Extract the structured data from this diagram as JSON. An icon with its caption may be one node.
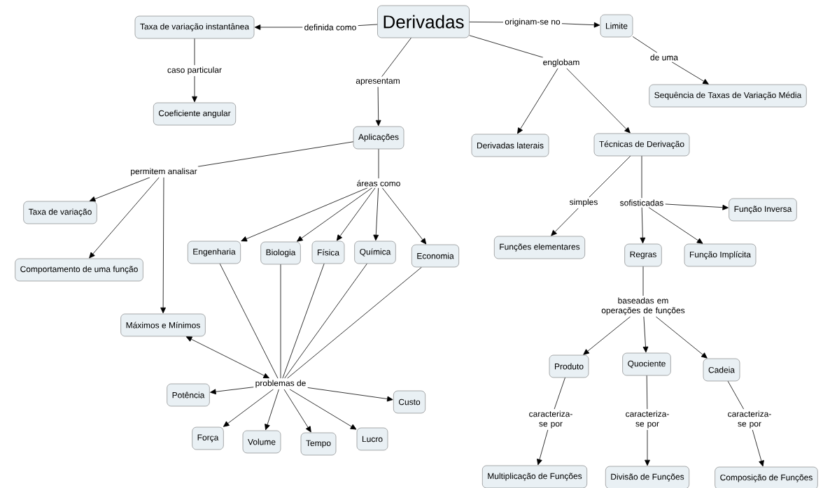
{
  "diagram": {
    "nodes": [
      {
        "text": [
          "Derivadas"
        ]
      },
      {
        "text": [
          "Taxa de variação instantânea"
        ]
      },
      {
        "text": [
          "definida como"
        ]
      },
      {
        "text": [
          "caso particular"
        ]
      },
      {
        "text": [
          "Coeficiente angular"
        ]
      },
      {
        "text": [
          "apresentam"
        ]
      },
      {
        "text": [
          "Aplicações"
        ]
      },
      {
        "text": [
          "permitem analisar"
        ]
      },
      {
        "text": [
          "áreas como"
        ]
      },
      {
        "text": [
          "Taxa de variação"
        ]
      },
      {
        "text": [
          "Comportamento de uma função"
        ]
      },
      {
        "text": [
          "Máximos e Mínimos"
        ]
      },
      {
        "text": [
          "Engenharia"
        ]
      },
      {
        "text": [
          "Biologia"
        ]
      },
      {
        "text": [
          "Física"
        ]
      },
      {
        "text": [
          "Química"
        ]
      },
      {
        "text": [
          "Economia"
        ]
      },
      {
        "text": [
          "problemas de"
        ]
      },
      {
        "text": [
          "Potência"
        ]
      },
      {
        "text": [
          "Custo"
        ]
      },
      {
        "text": [
          "Força"
        ]
      },
      {
        "text": [
          "Volume"
        ]
      },
      {
        "text": [
          "Tempo"
        ]
      },
      {
        "text": [
          "Lucro"
        ]
      },
      {
        "text": [
          "originam-se no"
        ]
      },
      {
        "text": [
          "Limite"
        ]
      },
      {
        "text": [
          "de uma"
        ]
      },
      {
        "text": [
          "Sequência de Taxas de Variação Média"
        ]
      },
      {
        "text": [
          "englobam"
        ]
      },
      {
        "text": [
          "Derivadas laterais"
        ]
      },
      {
        "text": [
          "Técnicas de Derivação"
        ]
      },
      {
        "text": [
          "simples"
        ]
      },
      {
        "text": [
          "sofisticadas"
        ]
      },
      {
        "text": [
          "Função Inversa"
        ]
      },
      {
        "text": [
          "Funções elementares"
        ]
      },
      {
        "text": [
          "Regras"
        ]
      },
      {
        "text": [
          "Função Implícita"
        ]
      },
      {
        "text": [
          "baseadas em operações de funções"
        ]
      },
      {
        "text": [
          "Produto"
        ]
      },
      {
        "text": [
          "Quociente"
        ]
      },
      {
        "text": [
          "Cadeia"
        ]
      },
      {
        "text": [
          "caracteriza-se por"
        ]
      },
      {
        "text": [
          "caracteriza-se por"
        ]
      },
      {
        "text": [
          "caracteriza-se por"
        ]
      },
      {
        "text": [
          "Multiplicação de Funções"
        ]
      },
      {
        "text": [
          "Divisão de Funções"
        ]
      },
      {
        "text": [
          "Composição de Funções"
        ]
      }
    ],
    "edges": [
      {
        "from": 0,
        "to": 2,
        "arrow": "none"
      },
      {
        "from": 2,
        "to": 1,
        "arrow": "to"
      },
      {
        "from": 1,
        "to": 3,
        "arrow": "none"
      },
      {
        "from": 3,
        "to": 4,
        "arrow": "to"
      },
      {
        "from": 0,
        "to": 5,
        "arrow": "none"
      },
      {
        "from": 5,
        "to": 6,
        "arrow": "to"
      },
      {
        "from": 6,
        "to": 7,
        "arrow": "none"
      },
      {
        "from": 7,
        "to": 9,
        "arrow": "to"
      },
      {
        "from": 7,
        "to": 10,
        "arrow": "to"
      },
      {
        "from": 7,
        "to": 11,
        "arrow": "to"
      },
      {
        "from": 6,
        "to": 8,
        "arrow": "none"
      },
      {
        "from": 8,
        "to": 12,
        "arrow": "to"
      },
      {
        "from": 8,
        "to": 13,
        "arrow": "to"
      },
      {
        "from": 8,
        "to": 14,
        "arrow": "to"
      },
      {
        "from": 8,
        "to": 15,
        "arrow": "to"
      },
      {
        "from": 8,
        "to": 16,
        "arrow": "to"
      },
      {
        "from": 12,
        "to": 17,
        "arrow": "none"
      },
      {
        "from": 13,
        "to": 17,
        "arrow": "none"
      },
      {
        "from": 14,
        "to": 17,
        "arrow": "none"
      },
      {
        "from": 15,
        "to": 17,
        "arrow": "none"
      },
      {
        "from": 16,
        "to": 17,
        "arrow": "none"
      },
      {
        "from": 17,
        "to": 11,
        "arrow": "both"
      },
      {
        "from": 17,
        "to": 18,
        "arrow": "to"
      },
      {
        "from": 17,
        "to": 19,
        "arrow": "to"
      },
      {
        "from": 17,
        "to": 20,
        "arrow": "to"
      },
      {
        "from": 17,
        "to": 21,
        "arrow": "to"
      },
      {
        "from": 17,
        "to": 22,
        "arrow": "to"
      },
      {
        "from": 17,
        "to": 23,
        "arrow": "to"
      },
      {
        "from": 0,
        "to": 24,
        "arrow": "none"
      },
      {
        "from": 24,
        "to": 25,
        "arrow": "to"
      },
      {
        "from": 25,
        "to": 26,
        "arrow": "none"
      },
      {
        "from": 26,
        "to": 27,
        "arrow": "to"
      },
      {
        "from": 0,
        "to": 28,
        "arrow": "none"
      },
      {
        "from": 28,
        "to": 29,
        "arrow": "to"
      },
      {
        "from": 28,
        "to": 30,
        "arrow": "to"
      },
      {
        "from": 30,
        "to": 31,
        "arrow": "none"
      },
      {
        "from": 31,
        "to": 34,
        "arrow": "to"
      },
      {
        "from": 30,
        "to": 32,
        "arrow": "none"
      },
      {
        "from": 32,
        "to": 33,
        "arrow": "to"
      },
      {
        "from": 32,
        "to": 35,
        "arrow": "to"
      },
      {
        "from": 32,
        "to": 36,
        "arrow": "to"
      },
      {
        "from": 35,
        "to": 37,
        "arrow": "none"
      },
      {
        "from": 37,
        "to": 38,
        "arrow": "to"
      },
      {
        "from": 37,
        "to": 39,
        "arrow": "to"
      },
      {
        "from": 37,
        "to": 40,
        "arrow": "to"
      },
      {
        "from": 38,
        "to": 41,
        "arrow": "none"
      },
      {
        "from": 39,
        "to": 42,
        "arrow": "none"
      },
      {
        "from": 40,
        "to": 43,
        "arrow": "none"
      },
      {
        "from": 41,
        "to": 44,
        "arrow": "to"
      },
      {
        "from": 42,
        "to": 45,
        "arrow": "to"
      },
      {
        "from": 43,
        "to": 46,
        "arrow": "to"
      }
    ]
  }
}
